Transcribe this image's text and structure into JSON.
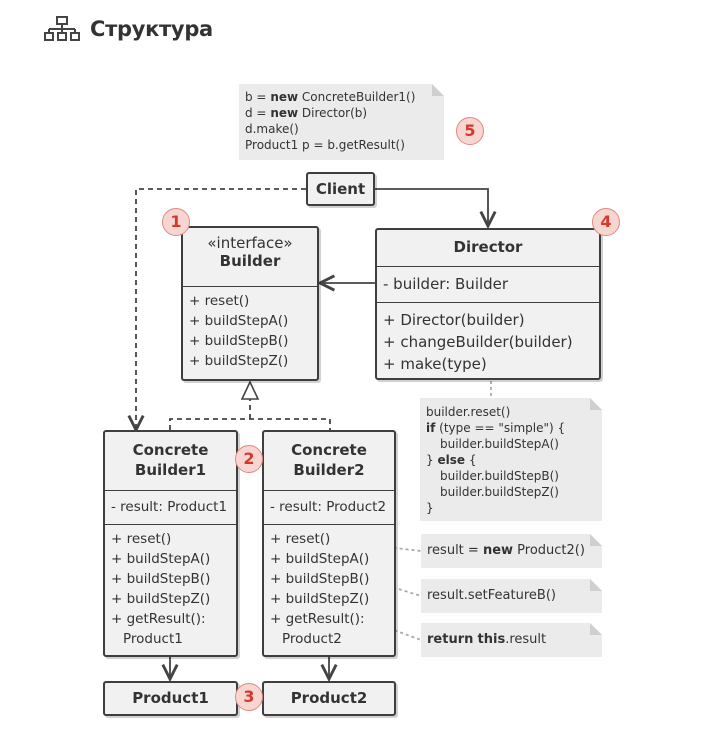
{
  "header": {
    "title": "Структура"
  },
  "colors": {
    "border": "#3e3e3e",
    "box_fill": "#f1f1f1",
    "note_fill": "#ebebeb",
    "badge_fill": "#f7d6d2",
    "badge_text": "#d23a2e"
  },
  "client": {
    "name": "Client"
  },
  "builder": {
    "stereotype": "«interface»",
    "name": "Builder",
    "methods": [
      "+ reset()",
      "+ buildStepA()",
      "+ buildStepB()",
      "+ buildStepZ()"
    ]
  },
  "director": {
    "name": "Director",
    "fields": [
      "- builder: Builder"
    ],
    "methods": [
      "+ Director(builder)",
      "+ changeBuilder(builder)",
      "+ make(type)"
    ]
  },
  "concrete_builder1": {
    "name_line1": "Concrete",
    "name_line2": "Builder1",
    "fields": [
      "- result: Product1"
    ],
    "methods": [
      "+ reset()",
      "+ buildStepA()",
      "+ buildStepB()",
      "+ buildStepZ()",
      "+ getResult():",
      "Product1"
    ]
  },
  "concrete_builder2": {
    "name_line1": "Concrete",
    "name_line2": "Builder2",
    "fields": [
      "- result: Product2"
    ],
    "methods": [
      "+ reset()",
      "+ buildStepA()",
      "+ buildStepB()",
      "+ buildStepZ()",
      "+ getResult():",
      "Product2"
    ]
  },
  "product1": {
    "name": "Product1"
  },
  "product2": {
    "name": "Product2"
  },
  "badges": [
    "1",
    "2",
    "3",
    "4",
    "5"
  ],
  "notes": {
    "client_code": {
      "line1_a": "b = ",
      "line1_kw": "new",
      "line1_b": " ConcreteBuilder1()",
      "line2_a": "d = ",
      "line2_kw": "new",
      "line2_b": " Director(b)",
      "line3": "d.make()",
      "line4": "Product1 p = b.getResult()"
    },
    "make_code": {
      "line1": "builder.reset()",
      "line2_kw": "if",
      "line2_b": " (type == \"simple\") {",
      "line3": "builder.buildStepA()",
      "line4_a": "} ",
      "line4_kw": "else",
      "line4_b": " {",
      "line5": "builder.buildStepB()",
      "line6": "builder.buildStepZ()",
      "line7": "}"
    },
    "reset_note": {
      "a": "result = ",
      "kw": "new",
      "b": " Product2()"
    },
    "step_b_note": {
      "text": "result.setFeatureB()"
    },
    "get_result_note": {
      "kw1": "return",
      "sep": " ",
      "kw2": "this",
      "b": ".result"
    }
  }
}
